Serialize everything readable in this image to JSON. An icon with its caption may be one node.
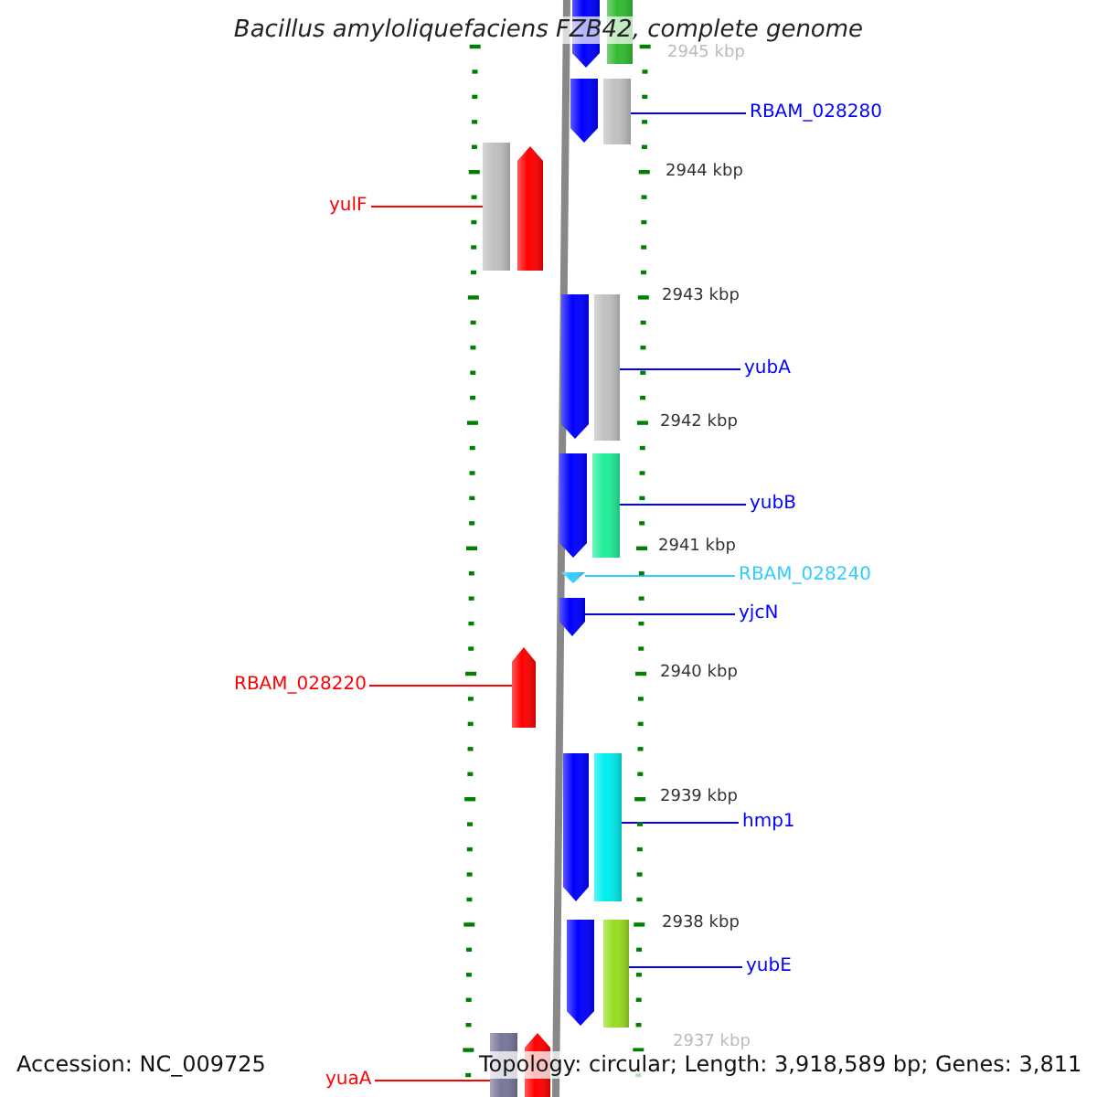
{
  "diagram": {
    "title": "Bacillus amyloliquefaciens FZB42, complete genome",
    "nodes": [
      {
        "text": [],
        "shape": "arrow"
      },
      {
        "text": [],
        "shape": "bar"
      },
      {
        "text": [
          "RBAM_028280"
        ]
      },
      {
        "text": [],
        "shape": "arrow"
      },
      {
        "text": [],
        "shape": "bar"
      },
      {
        "text": [
          "yulF"
        ]
      },
      {
        "text": [],
        "shape": "bar"
      },
      {
        "text": [],
        "shape": "arrow"
      },
      {
        "text": [],
        "shape": "arrow"
      },
      {
        "text": [],
        "shape": "bar"
      },
      {
        "text": [
          "yubA"
        ]
      },
      {
        "text": [],
        "shape": "arrow"
      },
      {
        "text": [],
        "shape": "bar"
      },
      {
        "text": [
          "yubB"
        ]
      },
      {
        "text": [],
        "shape": "triangle"
      },
      {
        "text": [
          "RBAM_028240"
        ]
      },
      {
        "text": [],
        "shape": "arrow"
      },
      {
        "text": [
          "yjcN"
        ]
      },
      {
        "text": [
          "RBAM_028220"
        ]
      },
      {
        "text": [],
        "shape": "arrow"
      },
      {
        "text": [],
        "shape": "arrow"
      },
      {
        "text": [],
        "shape": "bar"
      },
      {
        "text": [
          "hmp1"
        ]
      },
      {
        "text": [],
        "shape": "arrow"
      },
      {
        "text": [],
        "shape": "bar"
      },
      {
        "text": [
          "yubE"
        ]
      },
      {
        "text": [
          "yuaA"
        ]
      },
      {
        "text": [],
        "shape": "bar"
      },
      {
        "text": [],
        "shape": "arrow"
      }
    ],
    "edges": [
      {
        "from": 2,
        "to": 4,
        "arrow": "none"
      },
      {
        "from": 5,
        "to": 6,
        "arrow": "none",
        "color": "#ff0000"
      },
      {
        "from": 10,
        "to": 9,
        "arrow": "none"
      },
      {
        "from": 13,
        "to": 12,
        "arrow": "none"
      },
      {
        "from": 15,
        "to": 14,
        "arrow": "none",
        "color": "#33ccff"
      },
      {
        "from": 17,
        "to": 16,
        "arrow": "none"
      },
      {
        "from": 18,
        "to": 19,
        "arrow": "none",
        "color": "#ff0000"
      },
      {
        "from": 22,
        "to": 21,
        "arrow": "none"
      },
      {
        "from": 25,
        "to": 24,
        "arrow": "none"
      },
      {
        "from": 26,
        "to": 27,
        "arrow": "none",
        "color": "#ff0000"
      }
    ],
    "labels": [
      "2945 kbp",
      "2944 kbp",
      "2943 kbp",
      "2942 kbp",
      "2941 kbp",
      "2940 kbp",
      "2939 kbp",
      "2938 kbp",
      "2937 kbp",
      "Accession: NC_009725",
      "Topology: circular; Length: 3,918,589 bp; Genes: 3,811"
    ]
  }
}
